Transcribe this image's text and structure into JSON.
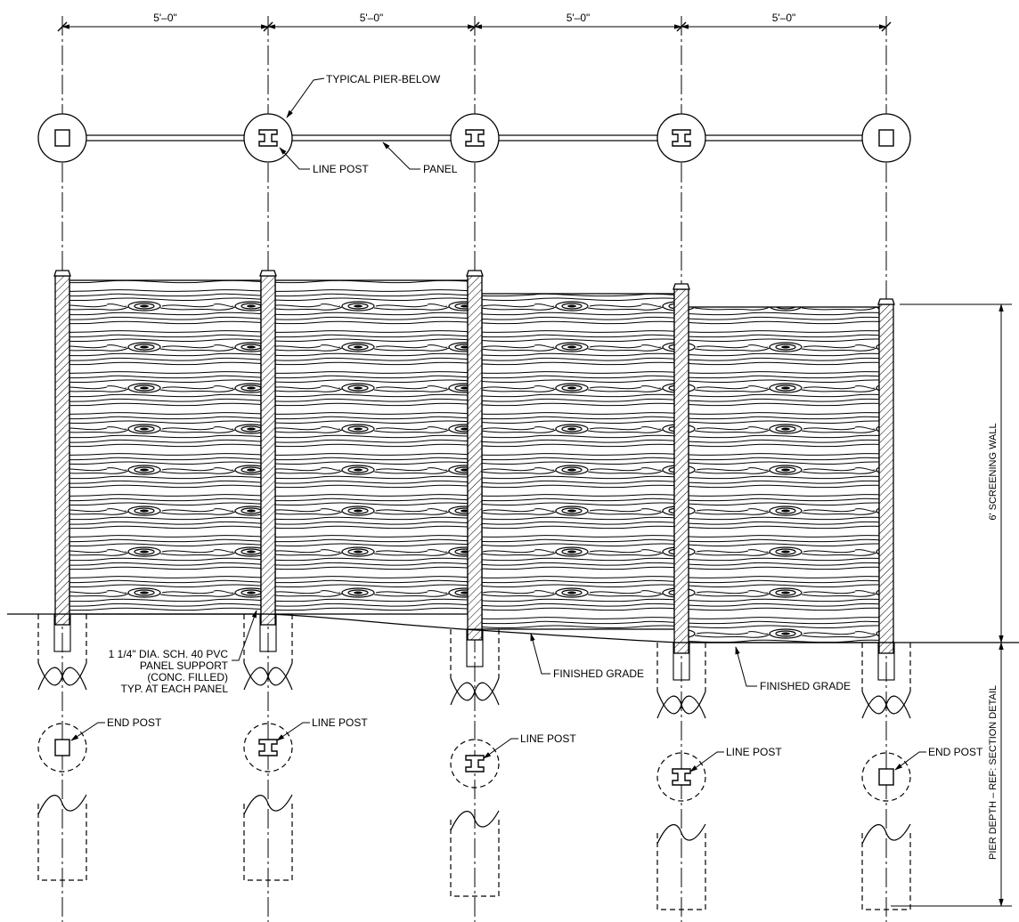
{
  "dimensions": [
    "5'–0\"",
    "5'–0\"",
    "5'–0\"",
    "5'–0\""
  ],
  "plan_labels": {
    "pier": "TYPICAL PIER-BELOW",
    "line_post": "LINE POST",
    "panel": "PANEL"
  },
  "elevation_labels": {
    "pvc_support": [
      "1 1/4\" DIA. SCH. 40 PVC",
      "PANEL SUPPORT",
      "(CONC. FILLED)",
      "TYP. AT EACH PANEL"
    ],
    "finished_grade_1": "FINISHED GRADE",
    "finished_grade_2": "FINISHED GRADE"
  },
  "pier_labels": [
    "END POST",
    "LINE POST",
    "LINE POST",
    "LINE POST",
    "END POST"
  ],
  "vertical_dims": {
    "wall": "6' SCREENING WALL",
    "pier_depth": "PIER DEPTH – REF: SECTION DETAIL"
  }
}
